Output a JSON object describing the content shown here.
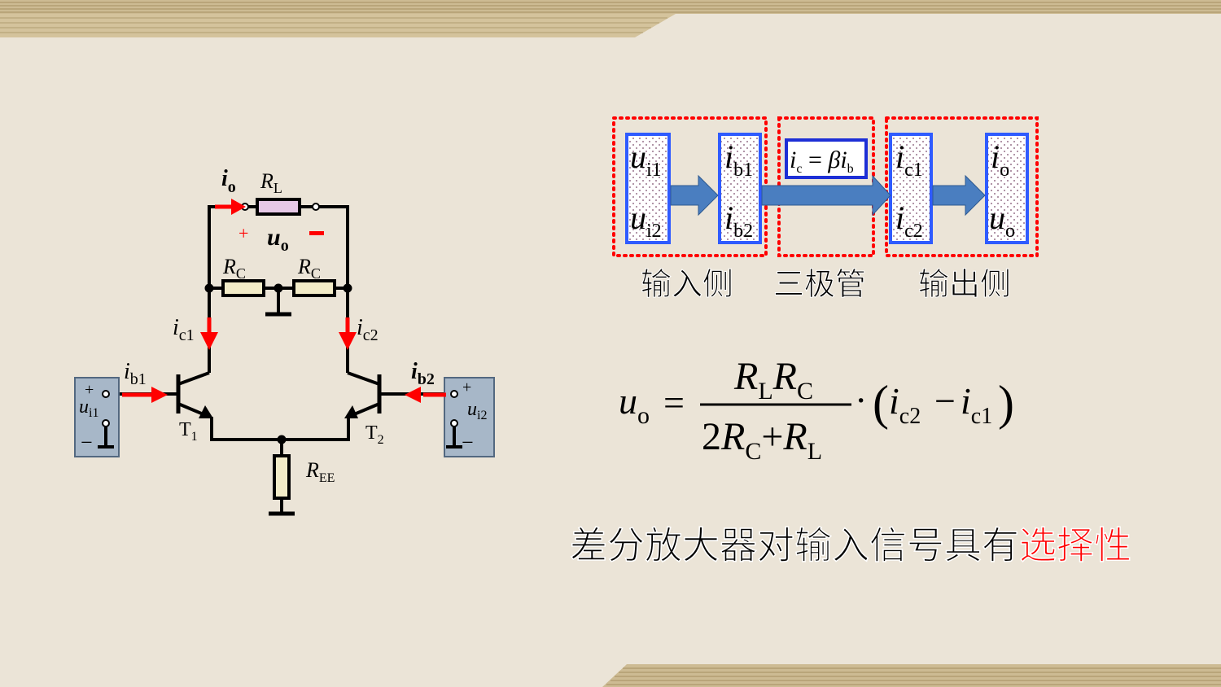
{
  "circuit": {
    "io": "i",
    "io_sub": "o",
    "rl": "R",
    "rl_sub": "L",
    "plus": "+",
    "minus": "−",
    "uo": "u",
    "uo_sub": "o",
    "rc1": "R",
    "rc1_sub": "C",
    "rc2": "R",
    "rc2_sub": "C",
    "ic1": "i",
    "ic1_sub": "c1",
    "ic2": "i",
    "ic2_sub": "c2",
    "ib1": "i",
    "ib1_sub": "b1",
    "ib2": "i",
    "ib2_sub": "b2",
    "t1": "T",
    "t1_sub": "1",
    "t2": "T",
    "t2_sub": "2",
    "ree": "R",
    "ree_sub": "EE",
    "src1_plus": "+",
    "src1_label": "u",
    "src1_sub": "i1",
    "src1_minus": "−",
    "src2_plus": "+",
    "src2_label": "u",
    "src2_sub": "i2",
    "src2_minus": "−"
  },
  "flow": {
    "box1_top": "u",
    "box1_top_sub": "i1",
    "box1_bot": "u",
    "box1_bot_sub": "i2",
    "box2_top": "i",
    "box2_top_sub": "b1",
    "box2_bot": "i",
    "box2_bot_sub": "b2",
    "eq_ic": "i",
    "eq_ic_sub": "c",
    "eq_eq": " = ",
    "eq_beta": "β",
    "eq_ib": "i",
    "eq_ib_sub": "b",
    "box4_top": "i",
    "box4_top_sub": "c1",
    "box4_bot": "i",
    "box4_bot_sub": "c2",
    "box5_top": "i",
    "box5_top_sub": "o",
    "box5_bot": "u",
    "box5_bot_sub": "o",
    "label_input": "输入侧",
    "label_transistor": "三极管",
    "label_output": "输出侧"
  },
  "formula": {
    "lhs": "u",
    "lhs_sub": "o",
    "equals": "=",
    "num_r1": "R",
    "num_r1_sub": "L",
    "num_r2": "R",
    "num_r2_sub": "C",
    "den_coef": "2",
    "den_r1": "R",
    "den_r1_sub": "C",
    "den_plus": "+",
    "den_r2": "R",
    "den_r2_sub": "L",
    "dot": "·",
    "lparen": "(",
    "i1": "i",
    "i1_sub": "c2",
    "minus": "−",
    "i2": "i",
    "i2_sub": "c1",
    "rparen": ")"
  },
  "caption": {
    "main": "差分放大器对输入信号具有",
    "highlight": "选择性"
  },
  "colors": {
    "background": "#e9e1d2",
    "stripe": "#c8b48a",
    "arrow_red": "#ff0000",
    "box_blue": "#2f5bff",
    "flow_arrow": "#4a7ec0",
    "dotted_red": "#ff0000",
    "source_fill": "#a7b7c8",
    "resistor_fill": "#f3ecc8",
    "rl_fill": "#e6c8e6"
  }
}
